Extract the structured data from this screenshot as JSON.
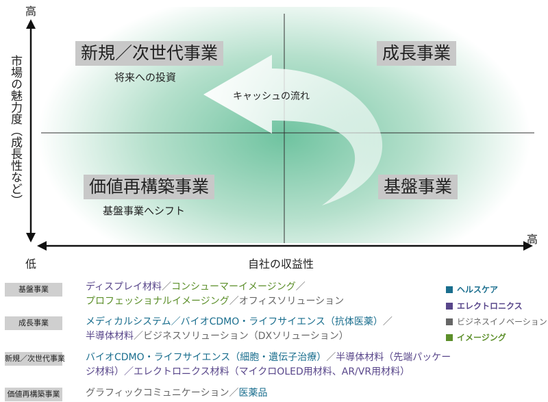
{
  "axes": {
    "y_high": "高",
    "x_high": "高",
    "low": "低",
    "y_label": "市場の魅力度（成長性など）",
    "x_label": "自社の収益性"
  },
  "quadrants": {
    "new": {
      "title": "新規／次世代事業",
      "sub": "将来への投資"
    },
    "growth": {
      "title": "成長事業"
    },
    "rebuild": {
      "title": "価値再構築事業",
      "sub": "基盤事業へシフト"
    },
    "base": {
      "title": "基盤事業"
    }
  },
  "arrow_label": "キャッシュの流れ",
  "colors": {
    "healthcare": "#1a6e8e",
    "electronics": "#58468a",
    "business": "#666666",
    "imaging": "#5c8f2a"
  },
  "table": [
    {
      "tag": "基盤事業",
      "items": [
        "ディスプレイ材料",
        "／",
        "コンシューマーイメージング",
        "／",
        "プロフェッショナルイメージング",
        "／オフィスソリューション"
      ]
    },
    {
      "tag": "成長事業",
      "items": [
        "メディカルシステム／バイオCDMO・ライフサイエンス（抗体医薬）",
        "／",
        "半導体材料",
        "／ビジネスソリューション（DXソリューション）"
      ]
    },
    {
      "tag": "新規／次世代事業",
      "items": [
        "バイオCDMO・ライフサイエンス（細胞・遺伝子治療）",
        "／",
        "半導体材料（先端パッケー",
        "ジ材料）／エレクトロニクス材料（マイクロOLED用材料、AR/VR用材料）"
      ]
    },
    {
      "tag": "価値再構築事業",
      "items": [
        "グラフィックコミュニケーション／",
        "医薬品"
      ]
    }
  ],
  "legend": [
    "ヘルスケア",
    "エレクトロニクス",
    "ビジネスイノベーション",
    "イメージング"
  ]
}
